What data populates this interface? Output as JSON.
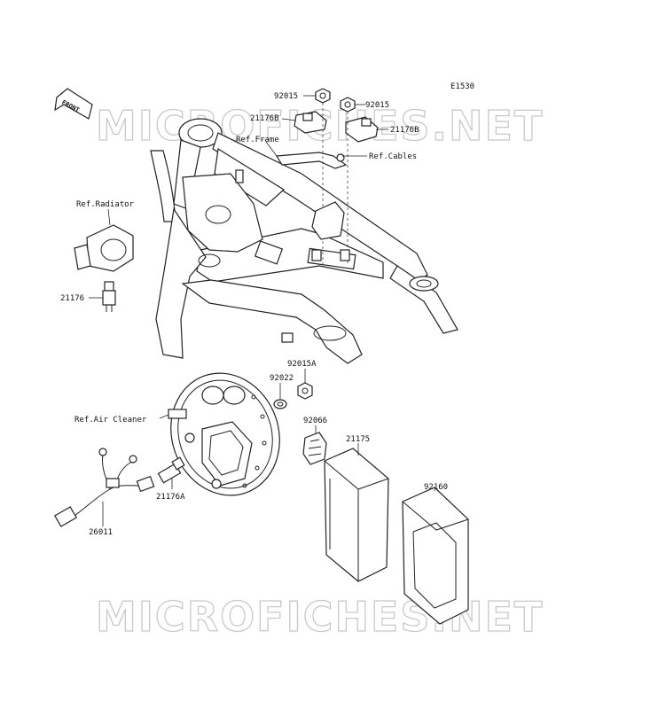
{
  "diagram_code": "E1530",
  "watermark": "MICROFICHES.NET",
  "front_arrow_label": "FRONT",
  "labels": {
    "p92015_left": "92015",
    "p92015_right": "92015",
    "p21176B_left": "21176B",
    "p21176B_right": "21176B",
    "ref_frame": "Ref.Frame",
    "ref_cables": "Ref.Cables",
    "ref_radiator": "Ref.Radiator",
    "p21176": "21176",
    "p92015A": "92015A",
    "p92022": "92022",
    "ref_air_cleaner": "Ref.Air Cleaner",
    "p92066": "92066",
    "p21175": "21175",
    "p21176A": "21176A",
    "p92160": "92160",
    "p26011": "26011"
  }
}
